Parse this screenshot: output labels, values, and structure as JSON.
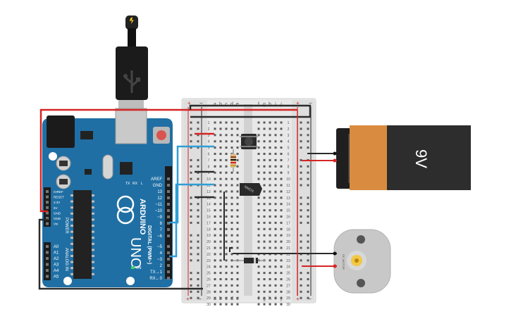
{
  "arduino": {
    "brand": "ARDUINO",
    "model": "UNO",
    "digital_label": "DIGITAL (PWM~)",
    "aref": "AREF",
    "gnd": "GND",
    "digital_pins": [
      "13",
      "12",
      "~11",
      "~10",
      "~9",
      "8",
      "7",
      "~6",
      "~5",
      "4",
      "~3",
      "2",
      "TX→1",
      "RX←0"
    ],
    "power_label": "POWER",
    "power_pins": [
      "IOREF",
      "RESET",
      "3.3V",
      "5V",
      "GND",
      "GND",
      "Vin"
    ],
    "analog_label": "ANALOG IN",
    "analog_pins": [
      "A0",
      "A1",
      "A2",
      "A3",
      "A4",
      "A5"
    ],
    "led_labels": [
      "TX",
      "RX",
      "L"
    ],
    "on_label": "ON"
  },
  "breadboard": {
    "columns_left": [
      "a",
      "b",
      "c",
      "d",
      "e"
    ],
    "columns_right": [
      "f",
      "g",
      "h",
      "i",
      "j"
    ],
    "plus": "+",
    "minus": "−",
    "rows": 30
  },
  "battery": {
    "label": "9V"
  },
  "transistor": {
    "label": "NMOS"
  },
  "motor": {
    "label": "DC MOTOR"
  },
  "colors": {
    "board": "#1f6fa4",
    "breadboard": "#e6e6e6",
    "wire_red": "#d62424",
    "wire_black": "#2b2b2b",
    "wire_blue": "#2f9ed6",
    "battery_body": "#2d2d2d",
    "battery_cap": "#d98c3f",
    "motor_body": "#c8c8c8"
  }
}
